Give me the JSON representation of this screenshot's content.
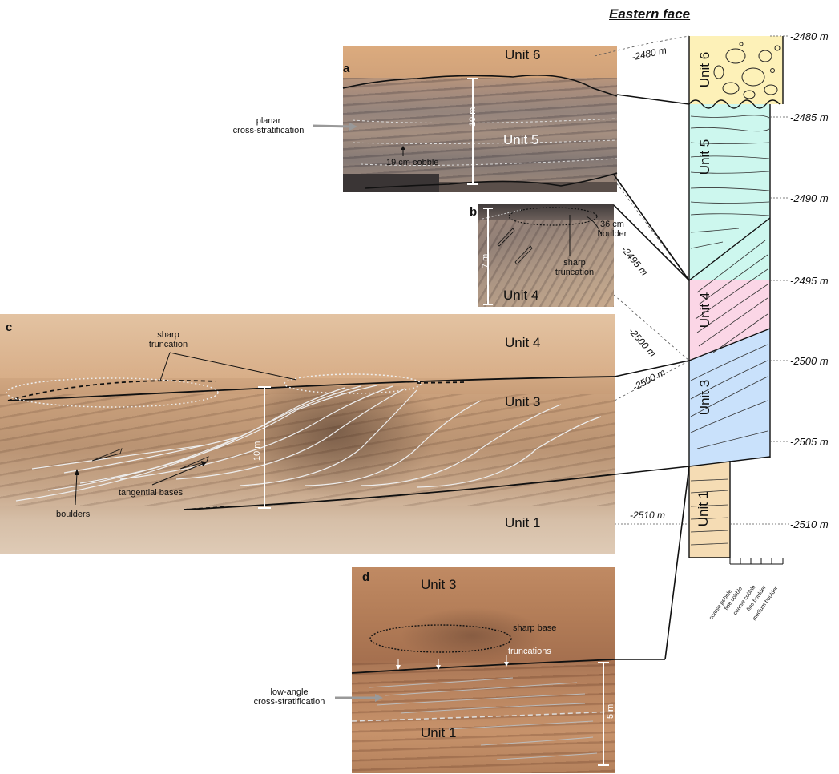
{
  "title": "Eastern face",
  "column": {
    "elevations_right": [
      "-2480 m",
      "-2485 m",
      "-2490 m",
      "-2495 m",
      "-2500 m",
      "-2505 m",
      "-2510 m"
    ],
    "units": [
      {
        "label": "Unit 6",
        "color": "#fdf1b8"
      },
      {
        "label": "Unit 5",
        "color": "#cdf7ee"
      },
      {
        "label": "Unit 4",
        "color": "#fbd6e6"
      },
      {
        "label": "Unit 3",
        "color": "#c9e1fb"
      },
      {
        "label": "Unit 1",
        "color": "#f5dcb4"
      }
    ],
    "grain_size_scale": [
      "coarse pebble",
      "fine cobble",
      "coarse cobble",
      "fine boulder",
      "medium boulder"
    ]
  },
  "elevations_left": {
    "a_top": "-2480 m",
    "b_right": "-2495 m",
    "b_bottom": "-2500 m",
    "c_top": "-2500 m",
    "c_bottom": "-2510 m"
  },
  "panels": {
    "a": {
      "letter": "a",
      "unit_top": "Unit 6",
      "unit_mid": "Unit 5",
      "scale": "10 m",
      "cobble_label": "19 cm cobble",
      "callout": "planar\ncross-stratification"
    },
    "b": {
      "letter": "b",
      "unit": "Unit 4",
      "scale": "7 m",
      "boulder_label": "36 cm\nboulder",
      "truncation_label": "sharp\ntruncation"
    },
    "c": {
      "letter": "c",
      "unit_top": "Unit 4",
      "unit_mid": "Unit 3",
      "unit_bottom": "Unit 1",
      "scale": "10 m",
      "truncation_label": "sharp\ntruncation",
      "boulders_label": "boulders",
      "tangential_label": "tangential bases"
    },
    "d": {
      "letter": "d",
      "unit_top": "Unit 3",
      "unit_bottom": "Unit 1",
      "scale": "5 m",
      "sharp_base_label": "sharp base",
      "truncations_label": "truncations",
      "callout": "low-angle\ncross-stratification"
    }
  }
}
